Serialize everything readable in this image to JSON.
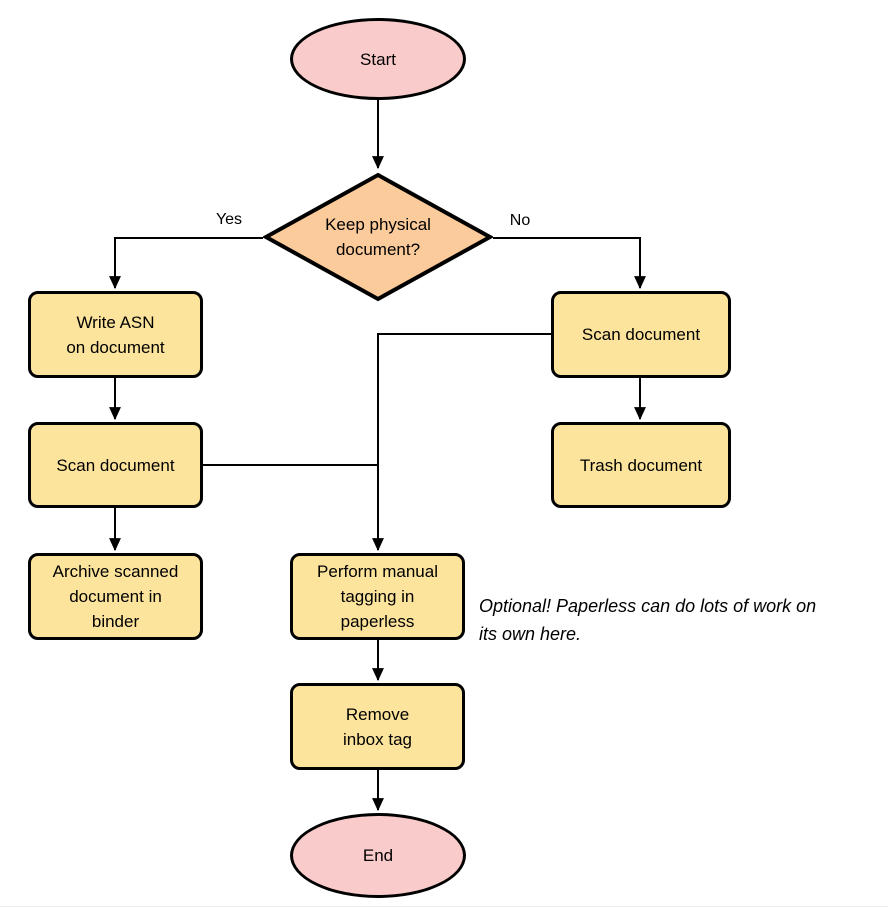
{
  "diagram": {
    "nodes": {
      "start": {
        "type": "terminal",
        "label": "Start"
      },
      "decision": {
        "type": "decision",
        "label": "Keep physical\ndocument?"
      },
      "write_asn": {
        "type": "process",
        "label": "Write ASN\non document"
      },
      "scan_left": {
        "type": "process",
        "label": "Scan document"
      },
      "archive": {
        "type": "process",
        "label": "Archive scanned\ndocument in\nbinder"
      },
      "scan_right": {
        "type": "process",
        "label": "Scan document"
      },
      "trash": {
        "type": "process",
        "label": "Trash document"
      },
      "tagging": {
        "type": "process",
        "label": "Perform manual\ntagging in\npaperless"
      },
      "remove": {
        "type": "process",
        "label": "Remove\ninbox tag"
      },
      "end": {
        "type": "terminal",
        "label": "End"
      }
    },
    "edge_labels": {
      "yes": "Yes",
      "no": "No"
    },
    "note": "Optional! Paperless can do lots of work on\nits own here.",
    "colors": {
      "terminal_fill": "#F9CBCA",
      "decision_fill": "#FCCB9B",
      "process_fill": "#FDE49C",
      "stroke": "#000000"
    }
  }
}
